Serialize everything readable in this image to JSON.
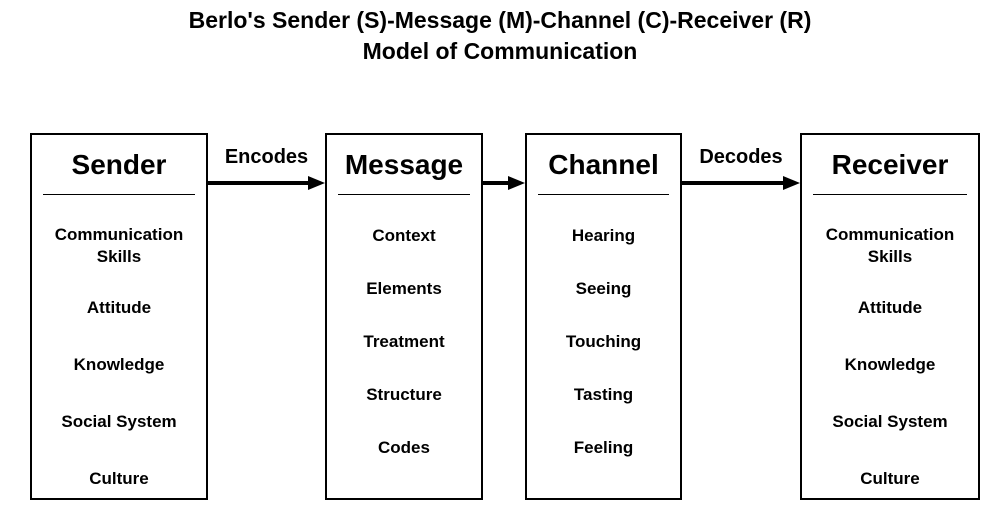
{
  "title": {
    "line1": "Berlo's Sender (S)-Message (M)-Channel (C)-Receiver (R)",
    "line2": "Model of Communication"
  },
  "colors": {
    "text": "#000000",
    "background": "#ffffff",
    "border": "#000000",
    "arrow": "#000000"
  },
  "boxes": [
    {
      "id": "sender",
      "title": "Sender",
      "items": [
        "Communication Skills",
        "Attitude",
        "Knowledge",
        "Social System",
        "Culture"
      ]
    },
    {
      "id": "message",
      "title": "Message",
      "items": [
        "Context",
        "Elements",
        "Treatment",
        "Structure",
        "Codes"
      ]
    },
    {
      "id": "channel",
      "title": "Channel",
      "items": [
        "Hearing",
        "Seeing",
        "Touching",
        "Tasting",
        "Feeling"
      ]
    },
    {
      "id": "receiver",
      "title": "Receiver",
      "items": [
        "Communication Skills",
        "Attitude",
        "Knowledge",
        "Social System",
        "Culture"
      ]
    }
  ],
  "arrows": [
    {
      "from": "sender",
      "to": "message",
      "label": "Encodes"
    },
    {
      "from": "message",
      "to": "channel",
      "label": ""
    },
    {
      "from": "channel",
      "to": "receiver",
      "label": "Decodes"
    }
  ]
}
